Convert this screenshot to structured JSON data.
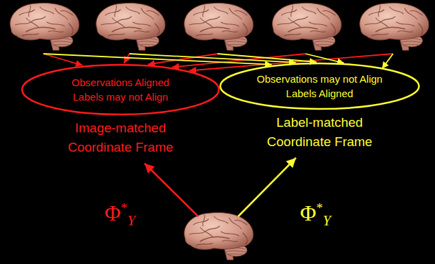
{
  "diagram": {
    "nodes": [
      {
        "text": [
          "Observations Aligned Labels may not Align",
          "Image-matched Coordinate Frame"
        ]
      },
      {
        "text": [
          "Observations may not Align Labels Aligned",
          "Label-matched Coordinate Frame"
        ]
      }
    ],
    "labels": [
      "Φ*Y",
      "Φ*Y"
    ]
  }
}
